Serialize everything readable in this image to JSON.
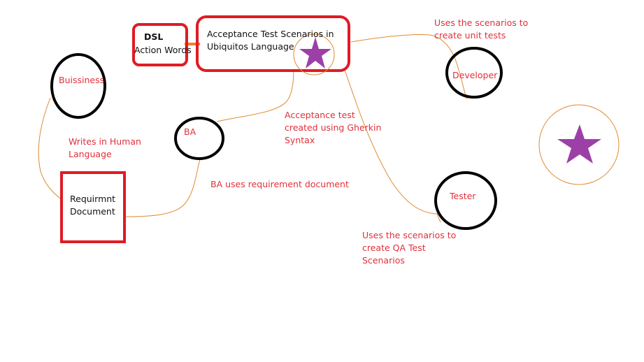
{
  "colors": {
    "box_border": "#e01b24",
    "circle_border": "#000000",
    "connector": "#e08a30",
    "star_fill": "#9c40a8",
    "annotation_text": "#e0303a",
    "body_text": "#111111"
  },
  "nodes": {
    "dsl": {
      "title": "DSL",
      "subtitle": "Action Words"
    },
    "acceptance": {
      "line1": "Acceptance Test Scenarios in",
      "line2": "Ubiquitos Language"
    },
    "business": {
      "label": "Buissiness"
    },
    "ba": {
      "label": "BA"
    },
    "requirement": {
      "line1": "Requirmnt",
      "line2": "Document"
    },
    "developer": {
      "label": "Developer"
    },
    "tester": {
      "label": "Tester"
    }
  },
  "annotations": {
    "writes": {
      "line1": "Writes in Human",
      "line2": "Language"
    },
    "ba_uses": {
      "line1": "BA uses requirement document"
    },
    "gherkin": {
      "line1": "Acceptance test",
      "line2": "created using Gherkin",
      "line3": "Syntax"
    },
    "dev_uses": {
      "line1": "Uses the scenarios to",
      "line2": "create unit tests"
    },
    "tester_uses": {
      "line1": "Uses the scenarios to",
      "line2": "create QA Test",
      "line3": "Scenarios"
    }
  },
  "icons": [
    "star-icon",
    "star-icon"
  ]
}
